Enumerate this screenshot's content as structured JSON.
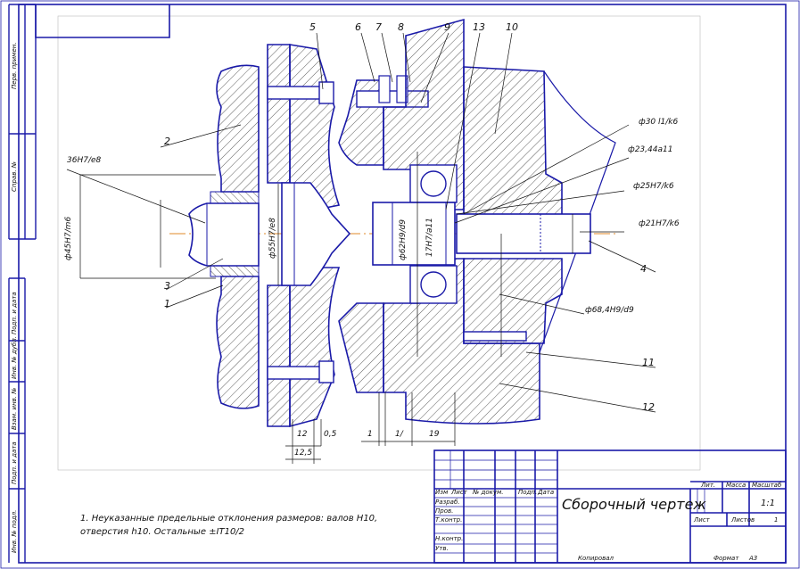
{
  "drawing": {
    "title": "Сборочный чертеж",
    "balloons": [
      "5",
      "6",
      "7",
      "8",
      "9",
      "13",
      "10",
      "2",
      "3",
      "1",
      "4",
      "11",
      "12"
    ],
    "fits": {
      "f1": "36H7/e8",
      "f2": "ф45H7/m6",
      "f3": "ф55H7/e8",
      "f4": "ф62H9/d9",
      "f5": "17H7/a11",
      "f6": "ф30 l1/k6",
      "f7": "ф23,44a11",
      "f8": "ф25H7/k6",
      "f9": "ф21H7/k6",
      "f10": "ф68,4H9/d9"
    },
    "dims": [
      "12",
      "0,5",
      "1",
      "1/",
      "19",
      "12,5"
    ],
    "note": "1. Неуказанные предельные отклонения размеров: валов H10, отверстия h10. Остальные ±IT10/2"
  },
  "title_block": {
    "headers": [
      "Изм",
      "Лист",
      "№ докум.",
      "Подп.",
      "Дата"
    ],
    "rows": [
      "Разраб.",
      "Пров.",
      "Т.контр.",
      "",
      "Н.контр.",
      "Утв."
    ],
    "letter_label": "Лит.",
    "mass_label": "Масса",
    "scale_label": "Масштаб",
    "scale_value": "1:1",
    "sheet_label": "Лист",
    "sheets_label": "Листов",
    "sheets_value": "1",
    "copied_label": "Копировал",
    "format_label": "Формат",
    "format_value": "A3"
  },
  "side_strip": {
    "labels": [
      "Перв. примен.",
      "Справ. №",
      "Подп. и дата",
      "Инв. № дубл.",
      "Взам. инв. №",
      "Подп. и дата",
      "Инв. № подл."
    ]
  }
}
